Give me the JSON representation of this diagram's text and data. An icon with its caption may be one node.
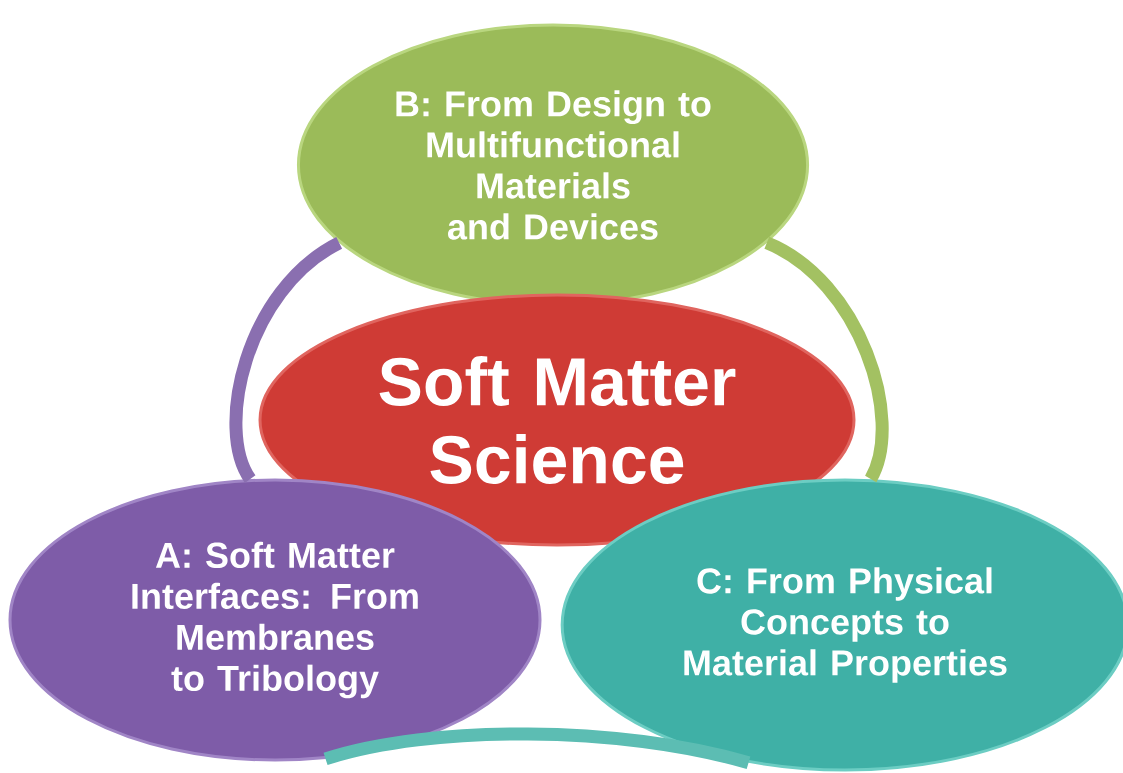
{
  "diagram": {
    "nodes": [
      {
        "text": [
          "B: From Design to Multifunctional Materials and Devices"
        ]
      },
      {
        "text": [
          "Soft Matter Science"
        ]
      },
      {
        "text": [
          "A: Soft Matter Interfaces: From Membranes to Tribology"
        ]
      },
      {
        "text": [
          "C: From Physical Concepts to Material Properties"
        ]
      }
    ],
    "edges": [
      {
        "from": 0,
        "to": 2,
        "arrow": "none",
        "color": "#8a6fb0"
      },
      {
        "from": 0,
        "to": 3,
        "arrow": "none",
        "color": "#a3c162"
      },
      {
        "from": 2,
        "to": 3,
        "arrow": "none",
        "color": "#5cbdb3"
      }
    ]
  }
}
